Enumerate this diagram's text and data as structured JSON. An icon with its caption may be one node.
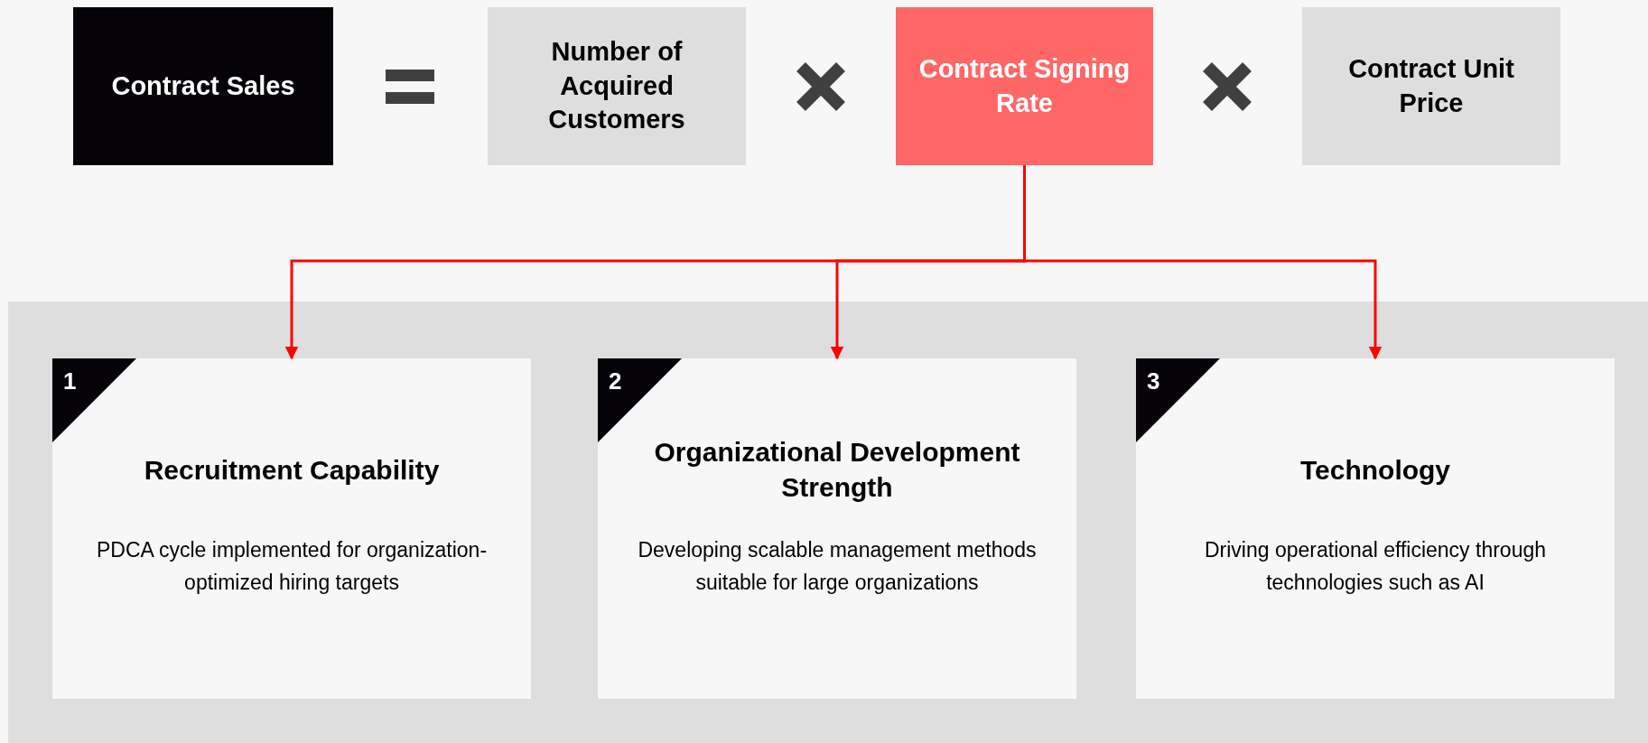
{
  "diagram": {
    "nodes": [
      {
        "text": [
          "Contract Sales"
        ]
      },
      {
        "text": [
          "Number of Acquired Customers"
        ]
      },
      {
        "text": [
          "Contract Signing Rate"
        ]
      },
      {
        "text": [
          "Contract Unit Price"
        ]
      },
      {
        "text": [],
        "shape": "box"
      },
      {
        "text": [
          "1",
          "Recruitment Capability",
          "PDCA cycle implemented for organization-optimized hiring targets"
        ],
        "in": 4
      },
      {
        "text": [
          "2",
          "Organizational Development Strength",
          "Developing scalable management methods suitable for large organizations"
        ],
        "in": 4
      },
      {
        "text": [
          "3",
          "Technology",
          "Driving operational efficiency through technologies such as AI"
        ],
        "in": 4
      }
    ],
    "edges": [
      {
        "from": 2,
        "to": 5,
        "arrow": "to",
        "color": "#ff0000"
      },
      {
        "from": 2,
        "to": 6,
        "arrow": "to",
        "color": "#ff0000"
      },
      {
        "from": 2,
        "to": 7,
        "arrow": "to",
        "color": "#ff0000"
      }
    ]
  }
}
